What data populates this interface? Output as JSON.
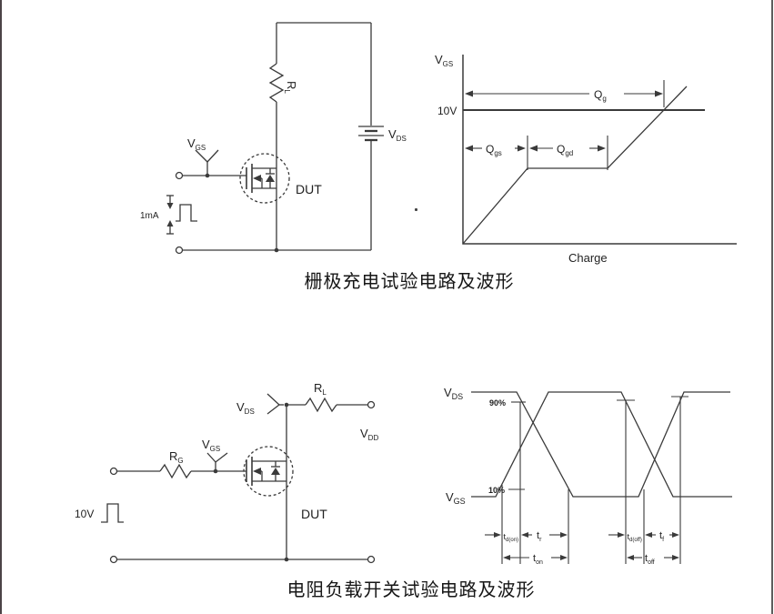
{
  "page": {
    "background": "#ffffff",
    "left_border_color": "#4b4347",
    "right_border_color": "#5c5c5c",
    "line_color": "#3a3a3a"
  },
  "fig1": {
    "caption": "栅极充电试验电路及波形",
    "circuit": {
      "vgs": {
        "main": "V",
        "sub": "GS"
      },
      "rl": {
        "main": "R",
        "sub": "L"
      },
      "vds": {
        "main": "V",
        "sub": "DS"
      },
      "dut": "DUT",
      "current": "1mA"
    },
    "waveform": {
      "y_label": {
        "main": "V",
        "sub": "GS"
      },
      "level": "10V",
      "x_label": "Charge",
      "qg": {
        "main": "Q",
        "sub": "g"
      },
      "qgs": {
        "main": "Q",
        "sub": "gs"
      },
      "qgd": {
        "main": "Q",
        "sub": "gd"
      }
    }
  },
  "fig2": {
    "caption": "电阻负载开关试验电路及波形",
    "circuit": {
      "rg": {
        "main": "R",
        "sub": "G"
      },
      "rl": {
        "main": "R",
        "sub": "L"
      },
      "vgs": {
        "main": "V",
        "sub": "GS"
      },
      "vds": {
        "main": "V",
        "sub": "DS"
      },
      "vdd": {
        "main": "V",
        "sub": "DD"
      },
      "pulse": "10V",
      "dut": "DUT"
    },
    "waveform": {
      "vds": {
        "main": "V",
        "sub": "DS"
      },
      "vgs": {
        "main": "V",
        "sub": "GS"
      },
      "p90": "90%",
      "p10": "10%",
      "td_on": {
        "main": "t",
        "sub": "d(on)"
      },
      "tr": {
        "main": "t",
        "sub": "r"
      },
      "ton": {
        "main": "t",
        "sub": "on"
      },
      "td_off": {
        "main": "t",
        "sub": "d(off)"
      },
      "tf": {
        "main": "t",
        "sub": "f"
      },
      "toff": {
        "main": "t",
        "sub": "off"
      }
    }
  }
}
